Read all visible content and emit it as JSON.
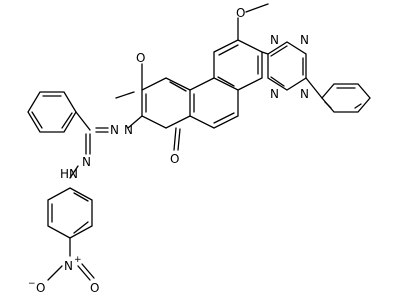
{
  "molecule": {
    "atom_labels": {
      "o_methoxy_top": "O",
      "o_methoxy_left": "O",
      "o_carbonyl": "O",
      "n_triazine_1": "N",
      "n_triazine_2": "N",
      "n_triazine_3": "N",
      "n_triazine_4": "N",
      "n_azo_1": "N",
      "n_azo_2": "N",
      "n_hydrazone": "N",
      "nh_hydrazone": "HN",
      "nitro_n": "N",
      "nitro_n_charge": "+",
      "nitro_o_left": "O",
      "nitro_o_left_charge": "−",
      "nitro_o_right": "O"
    }
  }
}
